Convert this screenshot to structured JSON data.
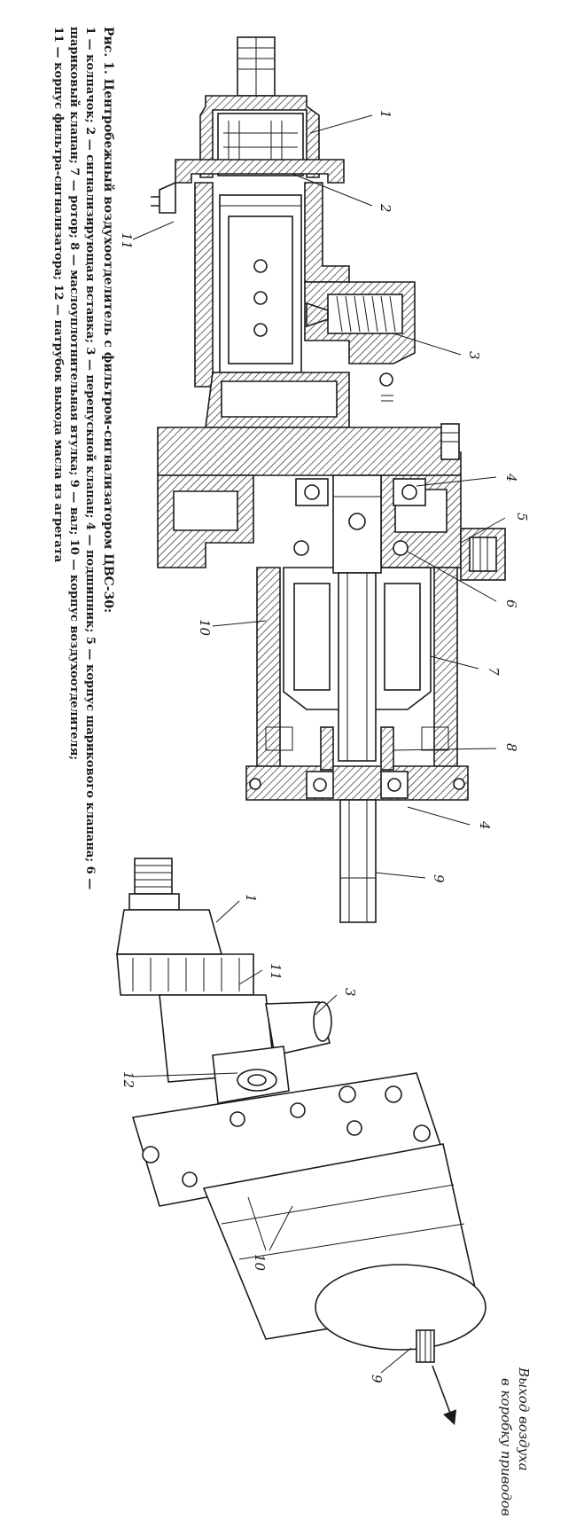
{
  "caption": {
    "title": "Рис. 1. Центробежный воздухоотделитель с фильтром-сигнализатором ЦВС-30:",
    "line1": "1 — колпачок; 2 — сигнализирующая вставка; 3 — перепускной клапан; 4 — подшипник; 5 — корпус шарикового клапана; 6 —",
    "line2": "шариковый клапан; 7 — ротор; 8 — маслоуплотнительная втулка; 9 — вал; 10 — корпус воздухоотделителя;",
    "line3": "11 — корпус фильтра-сигнализатора; 12 — патрубок выхода масла из агрегата"
  },
  "section_labels": {
    "l1": "1",
    "l2": "2",
    "l3": "3",
    "l4a": "4",
    "l5": "5",
    "l6": "6",
    "l7": "7",
    "l8": "8",
    "l4b": "4",
    "l9": "9",
    "l10": "10",
    "l11": "11"
  },
  "view_labels": {
    "l1": "1",
    "l11": "11",
    "l3": "3",
    "l12": "12",
    "l10": "10",
    "l9": "9"
  },
  "note": {
    "line1": "Выход воздуха",
    "line2": "в коробку приводов"
  }
}
